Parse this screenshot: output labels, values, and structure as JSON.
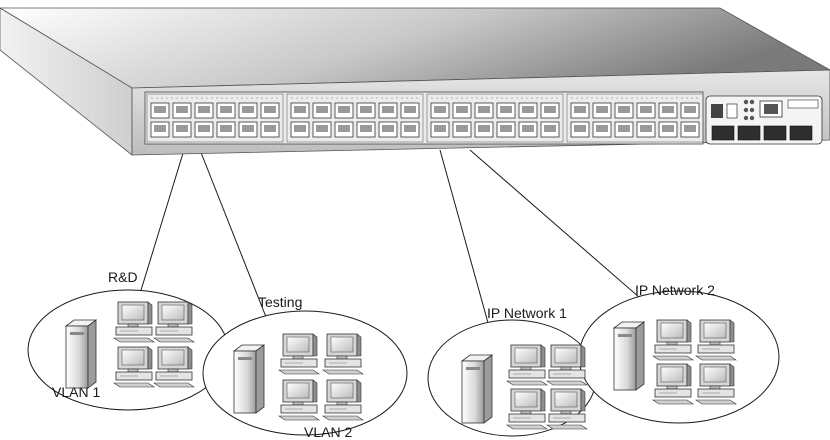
{
  "diagram": {
    "switch_device": {
      "icon": "network-switch-48-port-icon"
    },
    "groups": [
      {
        "label": "R&D",
        "vlan_label": "VLAN 1",
        "server_icon": "server-tower-icon",
        "pc_icon": "desktop-computer-icon",
        "pc_count": 4
      },
      {
        "label": "Testing",
        "vlan_label": "VLAN 2",
        "server_icon": "server-tower-icon",
        "pc_icon": "desktop-computer-icon",
        "pc_count": 4
      },
      {
        "label": "IP Network 1",
        "server_icon": "server-tower-icon",
        "pc_icon": "desktop-computer-icon",
        "pc_count": 4
      },
      {
        "label": "IP Network 2",
        "server_icon": "server-tower-icon",
        "pc_icon": "desktop-computer-icon",
        "pc_count": 4
      }
    ],
    "colors": {
      "line": "#1a1a1a",
      "chassis_top_light": "#ffffff",
      "chassis_top_dark": "#8c8c8c",
      "panel": "#cfcfcf"
    }
  }
}
